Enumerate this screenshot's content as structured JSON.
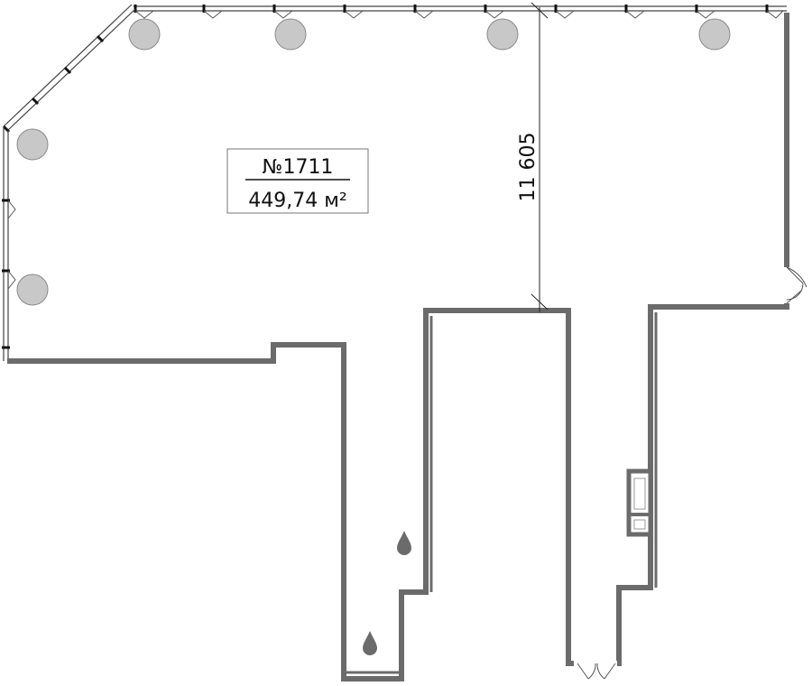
{
  "unit": {
    "number": "№1711",
    "area": "449,74 м²"
  },
  "dimension": {
    "value": "11 605"
  },
  "colors": {
    "wall": "#6b6b6b",
    "column": "#c8c8c8",
    "drop_icon": "#6b6b6b"
  },
  "icons": [
    "water-drop-icon",
    "water-drop-icon",
    "door-swing-icon",
    "door-swing-icon",
    "column-icon"
  ]
}
